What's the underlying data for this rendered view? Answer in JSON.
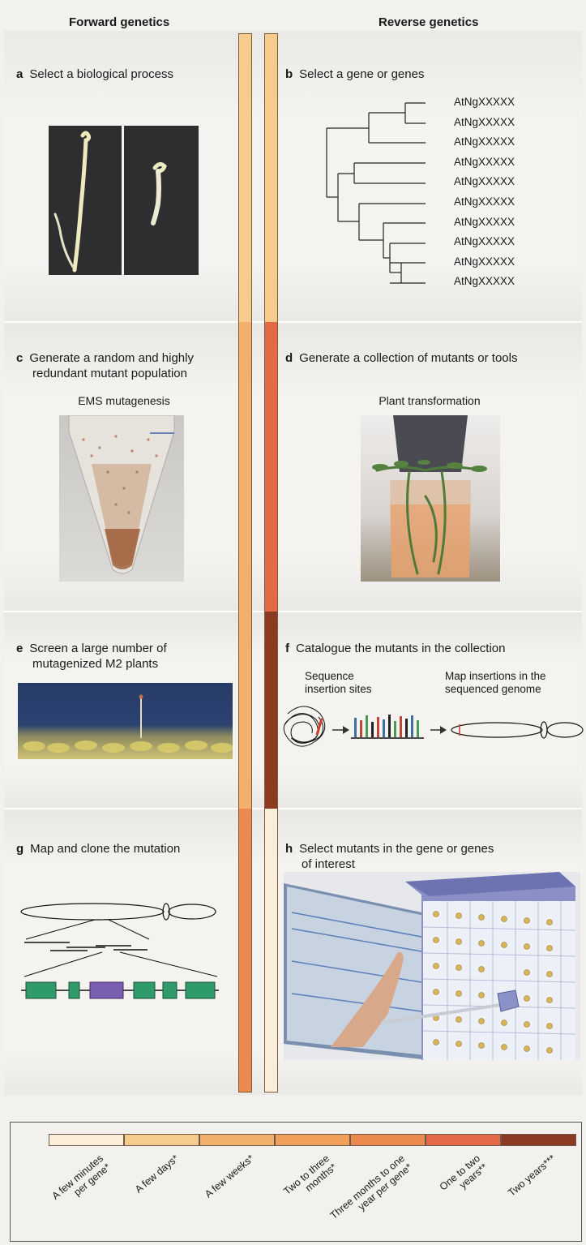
{
  "headers": {
    "forward": "Forward genetics",
    "reverse": "Reverse genetics"
  },
  "steps": {
    "a": {
      "letter": "a",
      "text": "Select a biological process"
    },
    "b": {
      "letter": "b",
      "text": "Select a gene or genes"
    },
    "c": {
      "letter": "c",
      "line1": "Generate a random and highly",
      "line2": "redundant mutant population",
      "sub": "EMS mutagenesis"
    },
    "d": {
      "letter": "d",
      "text": "Generate a collection of mutants or tools",
      "sub": "Plant transformation"
    },
    "e": {
      "letter": "e",
      "line1": "Screen a large number of",
      "line2": "mutagenized M2 plants"
    },
    "f": {
      "letter": "f",
      "text": "Catalogue the mutants in the collection",
      "label_left_1": "Sequence",
      "label_left_2": "insertion sites",
      "label_right_1": "Map insertions in the",
      "label_right_2": "sequenced genome"
    },
    "g": {
      "letter": "g",
      "text": "Map and clone the mutation"
    },
    "h": {
      "letter": "h",
      "line1": "Select mutants in the gene or genes",
      "line2": "of interest"
    }
  },
  "gene_tree": {
    "leaves": [
      "AtNgXXXXX",
      "AtNgXXXXX",
      "AtNgXXXXX",
      "AtNgXXXXX",
      "AtNgXXXXX",
      "AtNgXXXXX",
      "AtNgXXXXX",
      "AtNgXXXXX",
      "AtNgXXXXX",
      "AtNgXXXXX"
    ]
  },
  "legend": {
    "colors": [
      "#faeed8",
      "#f6cc8c",
      "#f2b06c",
      "#f0a05a",
      "#ea8a4e",
      "#e26a48",
      "#8c3a22"
    ],
    "labels": [
      {
        "line1": "A few minutes",
        "line2": "per gene*"
      },
      {
        "line1": "A few days*",
        "line2": ""
      },
      {
        "line1": "A few weeks*",
        "line2": ""
      },
      {
        "line1": "Two to three",
        "line2": "months*"
      },
      {
        "line1": "Three months to one",
        "line2": "year per gene*"
      },
      {
        "line1": "One to two",
        "line2": "years**"
      },
      {
        "line1": "Two years***",
        "line2": ""
      }
    ]
  },
  "timeline": {
    "forward_colors": [
      "#f6cc8c",
      "#f2b06c",
      "#f2b06c",
      "#ea8a4e"
    ],
    "reverse_colors": [
      "#f6cc8c",
      "#e26a48",
      "#8c3a22",
      "#faeed8"
    ]
  }
}
